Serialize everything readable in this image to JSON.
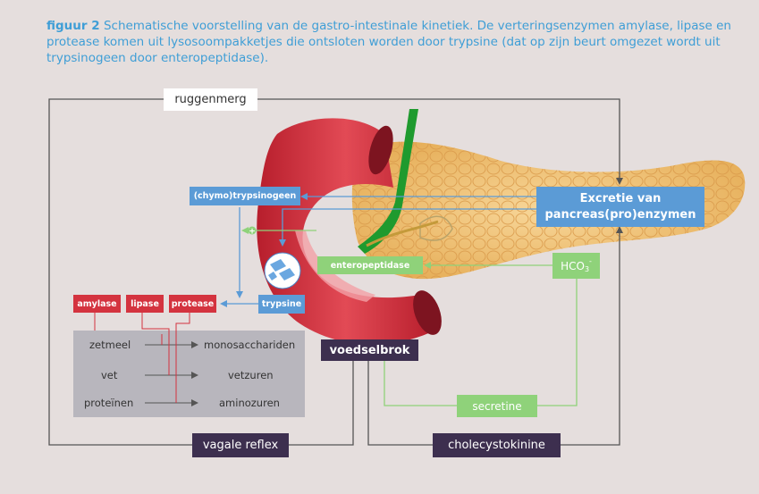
{
  "caption": {
    "label": "figuur 2",
    "text": "Schematische voorstelling van de gastro-intestinale kinetiek. De verteringsenzymen amylase, lipase en protease komen uit lysosoompakketjes die ontsloten worden door trypsine (dat op zijn beurt omgezet wordt uit trypsinogeen door enteropeptidase)."
  },
  "labels": {
    "ruggenmerg": "ruggenmerg",
    "chymotrypsinogeen": "(chymo)trypsinogeen",
    "excretie_line1": "Excretie van",
    "excretie_line2": "pancreas(pro)enzymen",
    "enteropeptidase": "enteropeptidase",
    "hco3": "HCO",
    "hco3_sub": "3",
    "hco3_sup": "-",
    "trypsine": "trypsine",
    "amylase": "amylase",
    "lipase": "lipase",
    "protease": "protease",
    "voedselbrok": "voedselbrok",
    "secretine": "secretine",
    "vagale_reflex": "vagale reflex",
    "cholecystokinine": "cholecystokinine",
    "plus": "+"
  },
  "digestion": {
    "substrates": [
      "zetmeel",
      "vet",
      "proteïnen"
    ],
    "products": [
      "monosacchariden",
      "vetzuren",
      "aminozuren"
    ]
  },
  "colors": {
    "caption": "#3f9ed6",
    "blue_box": "#5b9bd6",
    "green_box": "#8fd27a",
    "red_box": "#d4333f",
    "dark_box": "#3d2f4f",
    "panel": "#b8b6bd"
  }
}
